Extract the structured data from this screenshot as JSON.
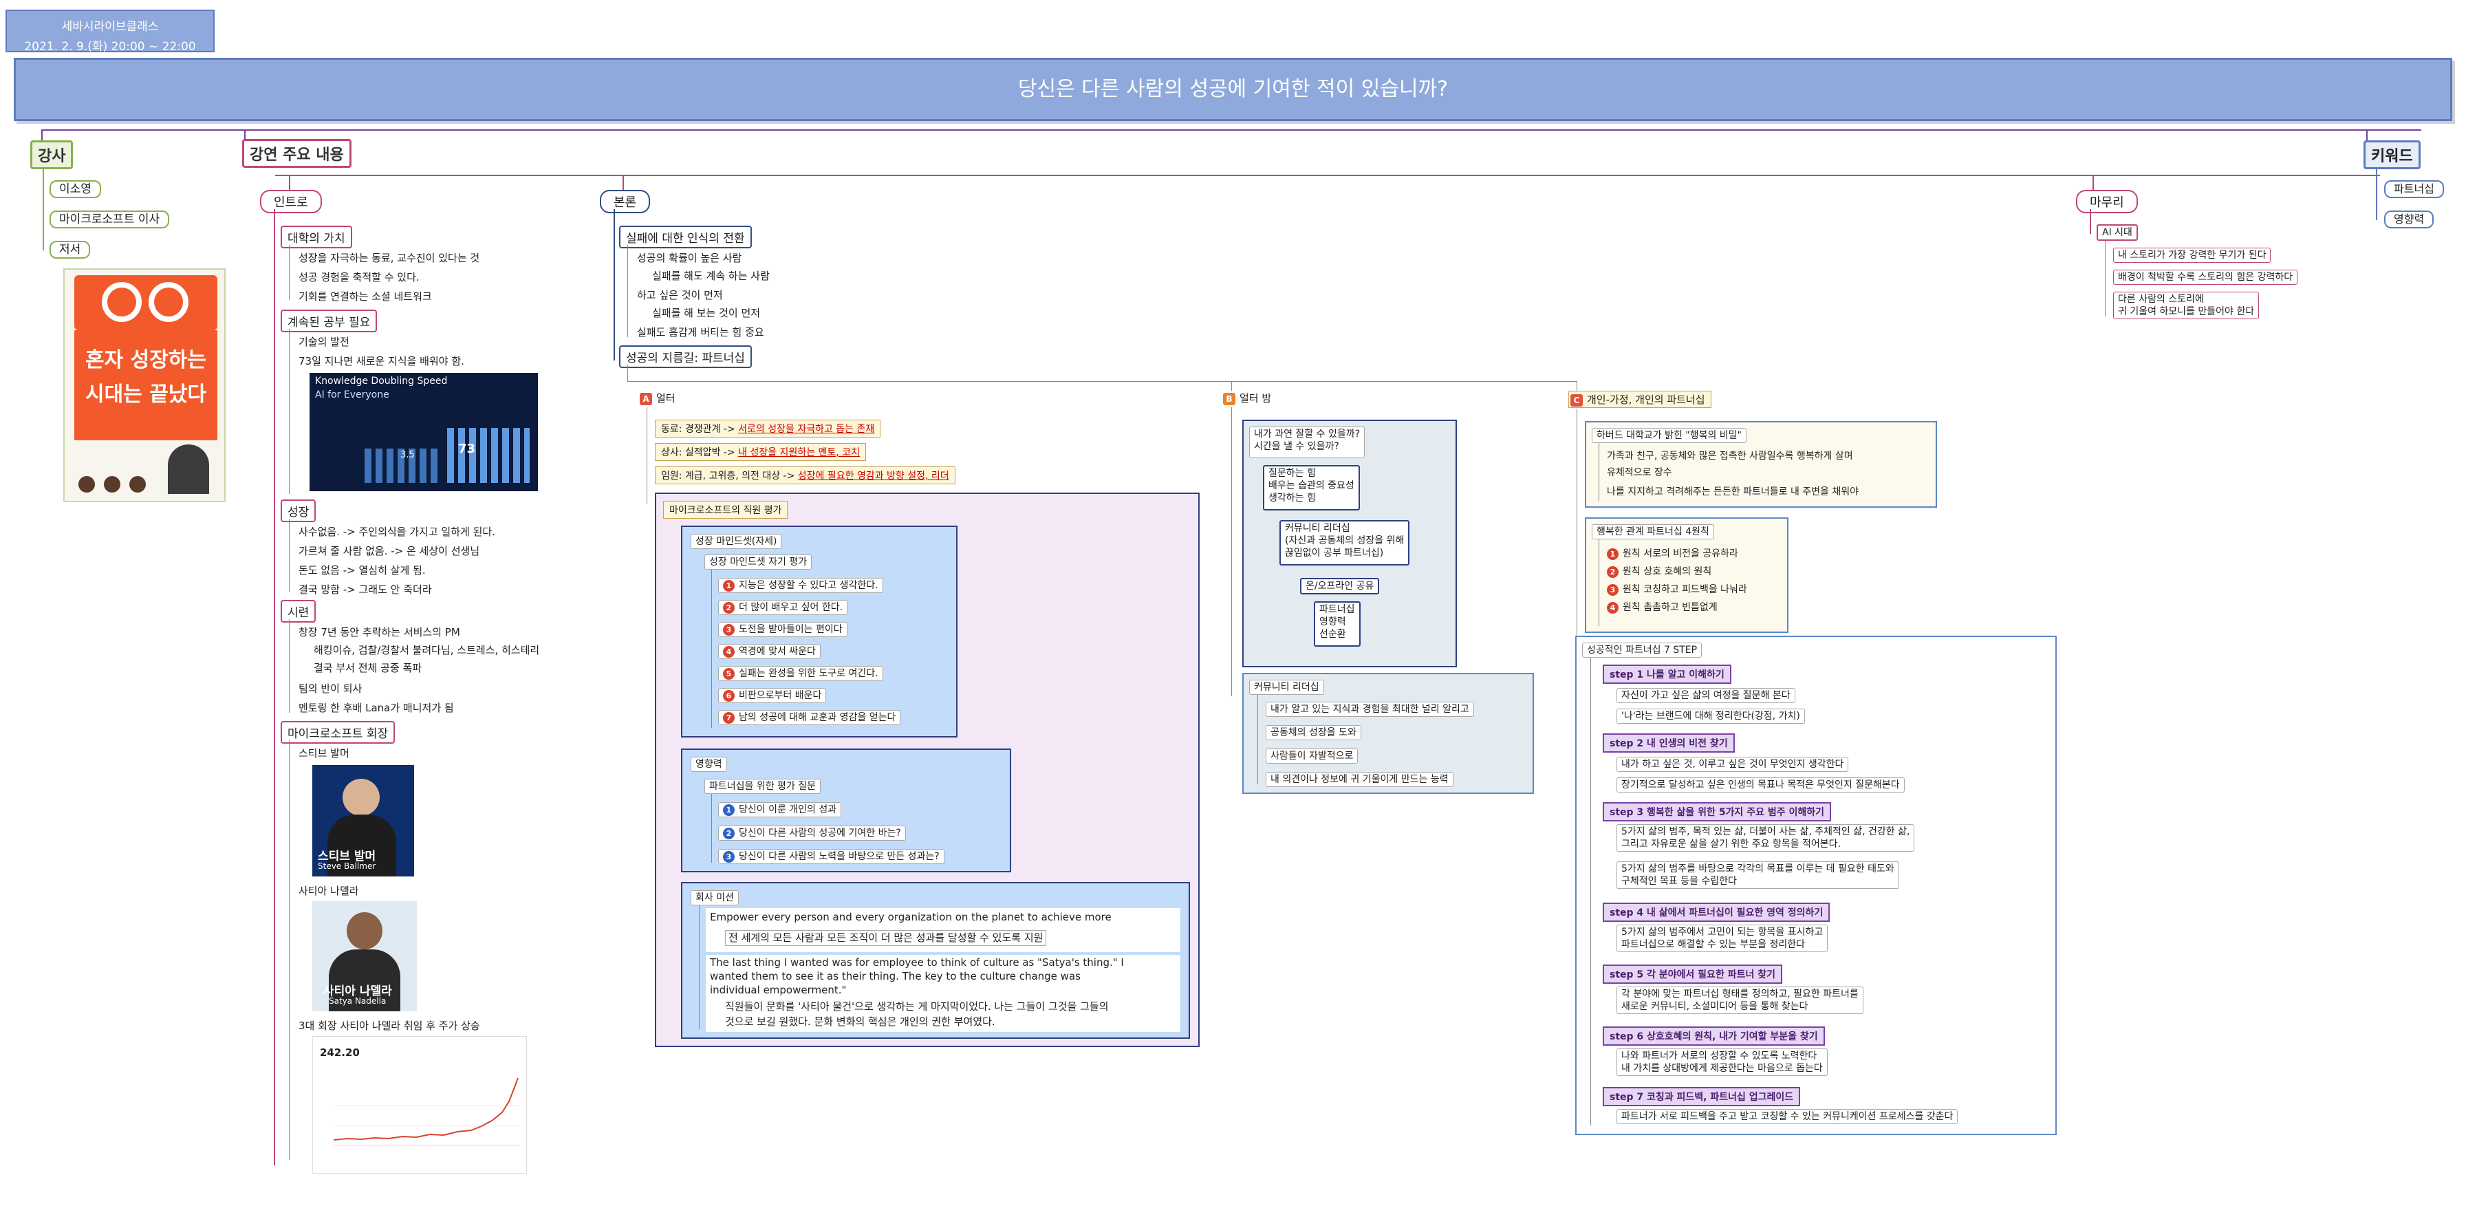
{
  "header": {
    "event_name": "세바시라이브클래스",
    "event_date": "2021. 2. 9.(화) 20:00 ~ 22:00",
    "title": "당신은 다른 사람의 성공에 기여한 적이 있습니까?"
  },
  "speaker": {
    "label": "강사",
    "name": "이소영",
    "role": "마이크로소프트 이사",
    "book_label": "저서",
    "book_title_line1": "혼자 성장하는",
    "book_title_line2": "시대는 끝났다"
  },
  "keyword": {
    "label": "키워드",
    "items": [
      "파트너십",
      "영향력"
    ]
  },
  "main_label": "강연 주요 내용",
  "intro": {
    "label": "인트로",
    "sections": [
      {
        "title": "대학의 가치",
        "items": [
          "성장을 자극하는 동료, 교수진이 있다는 것",
          "성공 경험을 축적할 수 있다.",
          "기회를 연결하는 소셜 네트워크"
        ]
      },
      {
        "title": "계속된 공부 필요",
        "items": [
          "기술의 발전",
          "73일 지나면 새로운 지식을 배워야 함."
        ],
        "image": {
          "title": "Knowledge Doubling Speed",
          "subtitle": "AI for Everyone",
          "values": [
            "3.5",
            "73"
          ]
        }
      },
      {
        "title": "성장",
        "items": [
          "사수없음. -> 주인의식을 가지고 일하게 된다.",
          "가르쳐 줄 사람 없음. -> 온 세상이 선생님",
          "돈도 없음 -> 열심히 살게 됨.",
          "결국 망함 -> 그래도 안 죽더라"
        ]
      },
      {
        "title": "시련",
        "items": [
          "창장 7년 동안 추락하는 서비스의 PM",
          "해킹이슈, 검찰/경찰서 불려다님, 스트레스, 히스테리",
          "결국 부서 전체 공중 폭파",
          "팀의 반이 퇴사",
          "멘토링 한 후배 Lana가 매니저가 됨"
        ]
      },
      {
        "title": "마이크로소프트 회장",
        "items": [
          "스티브 발머",
          "사티아 나델라",
          "3대 회장 사티아 나델라 취임 후 주가 상승"
        ],
        "photo1_caption": "스티브 발머",
        "photo1_sub": "Steve Ballmer",
        "photo2_caption": "사티아 나델라",
        "photo2_sub": "Satya Nadella",
        "stock_value": "242.20"
      }
    ]
  },
  "body": {
    "label": "본론",
    "shift": {
      "title": "실패에 대한 인식의 전환",
      "items": [
        "성공의 확률이 높은 사람",
        "실패를 해도 계속 하는 사람",
        "하고 싶은 것이 먼저",
        "실패를 해 보는 것이 먼저",
        "실패도 흡감게 버티는 힘 중요"
      ]
    },
    "shortcut": "성공의 지름길: 파트너십",
    "alter": {
      "tag": "A",
      "label": "얼터",
      "rows": [
        {
          "pre": "동료: 경쟁관계 -> ",
          "emph": "서로의 성장을 자극하고 돕는 존재"
        },
        {
          "pre": "상사: 실적압박 -> ",
          "emph": "내 성장을 지원하는 멘토, 코치"
        },
        {
          "pre": "임원: 계급, 고위층, 의전 대상 -> ",
          "emph": "성장에 필요한 영감과 방향 설정, 리더"
        }
      ],
      "eval": {
        "title": "마이크로소프트의 직원 평가",
        "mindset": {
          "title": "성장 마인드셋(자세)",
          "sub": "성장 마인드셋 자기 평가",
          "items": [
            "지능은 성장할 수 있다고 생각한다.",
            "더 많이 배우고 싶어 한다.",
            "도전을 받아들이는 편이다",
            "역경에 맞서 싸운다",
            "실패는 완성을 위한 도구로 여긴다.",
            "비판으로부터 배운다",
            "남의 성공에 대해 교훈과 영감을 얻는다"
          ]
        },
        "influence": {
          "title": "영향력",
          "sub": "파트너십을 위한 평가 질문",
          "items": [
            "당신이 이룬 개인의 성과",
            "당신이 다른 사람의 성공에 기여한 바는?",
            "당신이 다른 사람의 노력을 바탕으로 만든 성과는?"
          ]
        },
        "mission": {
          "title": "회사 미션",
          "en1": "Empower every person and every organization on the planet to achieve more",
          "ko1": "전 세계의 모든 사람과 모든 조직이 더 많은 성과를 달성할 수 있도록 지원",
          "en2_l1": "The last thing I wanted was for employee to think of culture as \"Satya's thing.\" I",
          "en2_l2": "wanted them to see it as their thing. The key to the culture change was",
          "en2_l3": "individual empowerment.\"",
          "ko2_l1": "직원들이 문화를 '사티아 물건'으로 생각하는 게 마지막이었다. 나는 그들이 그것을 그들의",
          "ko2_l2": "것으로 보길 원했다. 문화 변화의 핵심은 개인의 권한 부여였다."
        }
      }
    },
    "alter_b": {
      "tag": "B",
      "label": "얼터 밤",
      "q_l1": "내가 과연 잘할 수 있을까?",
      "q_l2": "시간을 낼 수 있을까?",
      "a_l1": "질문하는 힘",
      "a_l2": "배우는 습관의 중요성",
      "a_l3": "생각하는 힘",
      "comm_l1": "커뮤니티 리더십",
      "comm_l2": "(자신과 공동체의 성장을 위해",
      "comm_l3": "끊임없이 공부 파트너십)",
      "share": "온/오프라인 공유",
      "words": [
        "파트너십",
        "영향력",
        "선순환"
      ],
      "leader_title": "커뮤니티 리더십",
      "leader_items": [
        "내가 알고 있는 지식과 경험을 최대한 널리 알리고",
        "공동체의 성장을 도와",
        "사람들이 자발적으로",
        "내 의견이나 정보에 귀 기울이게 만드는 능력"
      ]
    },
    "personal": {
      "tag": "C",
      "label": "개인-가정, 개인의 파트너십",
      "harvard_title": "하버드 대학교가 밝힌 \"행복의 비밀\"",
      "harvard_l1": "가족과 친구, 공동체와 많은 접촉한 사람일수록 행복하게 살며",
      "harvard_l2": "유체적으로 장수",
      "harvard_l3": "나를 지지하고 격려해주는 든든한 파트너들로 내 주변을 채워야",
      "rules_title": "행복한 관계 파트너십 4원칙",
      "rules": [
        "원칙 서로의 비전을 공유하라",
        "원칙 상호 호혜의 원칙",
        "원칙 코칭하고 피드백을 나눠라",
        "원칙 촘촘하고 빈틈없게"
      ],
      "steps_title": "성공적인 파트너십 7 STEP",
      "steps": [
        {
          "title": "step 1 나를 알고 이해하기",
          "items": [
            "자신이 가고 싶은 삶의 여정을 질문해 본다",
            "'나'라는 브랜드에 대해 정리한다(강점, 가치)"
          ]
        },
        {
          "title": "step 2 내 인생의 비전 찾기",
          "items": [
            "내가 하고 싶은 것, 이루고 싶은 것이 무엇인지 생각한다",
            "장기적으로 달성하고 싶은 인생의 목표나 목적은 무엇인지 질문해본다"
          ]
        },
        {
          "title": "step 3 행복한 삶을 위한 5가지 주요 범주 이해하기",
          "items": [
            "5가지 삶의 범주, 목적 있는 삶, 더불어 사는 삶, 주체적인 삶, 건강한 삶,|그리고 자유로운 삶을 살기 위한 주요 항목을 적어본다.",
            "5가지 삶의 범주를 바탕으로 각각의 목표를 이루는 데 필요한 태도와|구체적인 목표 등을 수립한다"
          ]
        },
        {
          "title": "step 4 내 삶에서 파트너십이 필요한 영역 정의하기",
          "items": [
            "5가지 삶의 범주에서 고민이 되는 항목을 표시하고|파트너십으로 해결할 수 있는 부분을 정리한다"
          ]
        },
        {
          "title": "step 5 각 분야에서 필요한 파트너 찾기",
          "items": [
            "각 분야에 맞는 파트너십 형태를 정의하고, 필요한 파트너를|새로운 커뮤니티, 소셜미디어 등을 통해 찾는다"
          ]
        },
        {
          "title": "step 6 상호호혜의 원칙, 내가 기여할 부분을 찾기",
          "items": [
            "나와 파트너가 서로의 성장할 수 있도록 노력한다|내 가치를 상대방에게 제공한다는 마음으로 돕는다"
          ]
        },
        {
          "title": "step 7 코칭과 피드백, 파트너십 업그레이드",
          "items": [
            "파트너가 서로 피드백을 주고 받고 코칭할 수 있는 커뮤니케이션 프로세스를 갖춘다"
          ]
        }
      ]
    }
  },
  "closing": {
    "label": "마무리",
    "ai": "AI 시대",
    "items": [
      "내 스토리가 가장 강력한 무기가 된다",
      "배경이 척박할 수록 스토리의 힘은 강력하다"
    ],
    "last_l1": "다른 사람의 스토리에",
    "last_l2": "귀 기울여 하모니를 만들어야 한다"
  }
}
